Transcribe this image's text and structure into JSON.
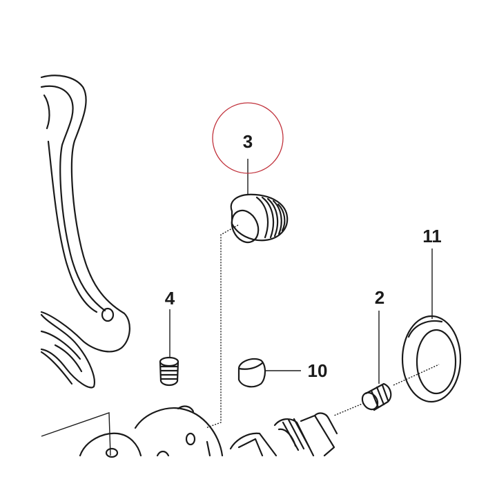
{
  "callouts": {
    "c3": "3",
    "c4": "4",
    "c2": "2",
    "c11": "11",
    "c10": "10"
  },
  "colors": {
    "line": "#1a1a1a",
    "highlight_circle": "#c0303a",
    "background": "#ffffff"
  }
}
